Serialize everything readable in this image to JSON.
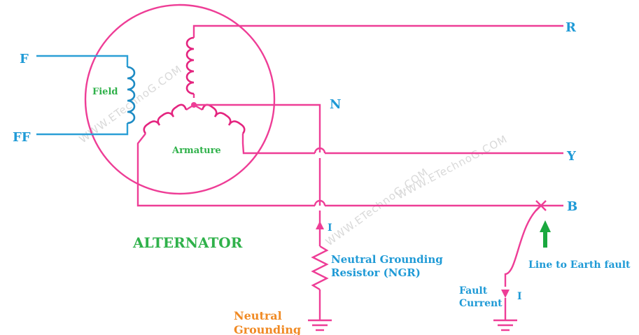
{
  "labels": {
    "F": "F",
    "FF": "FF",
    "R": "R",
    "N": "N",
    "Y": "Y",
    "B": "B",
    "field": "Field",
    "armature": "Armature",
    "alternator": "ALTERNATOR",
    "ngr_line1": "Neutral Grounding",
    "ngr_line2": "Resistor (NGR)",
    "current_top": "I",
    "current_fault": "I",
    "fault_line1": "Fault",
    "fault_line2": "Current",
    "line_to_earth": "Line to Earth fault",
    "neutral_line1": "Neutral",
    "neutral_line2": "Grounding"
  },
  "watermarks": [
    "WWW.ETechnoG.COM",
    "WWW.ETechnoG.COM",
    "WWW.ETechnoG.COM"
  ],
  "colors": {
    "pink": "#ee3d96",
    "blue": "#1f9ad6",
    "green": "#2fb14a",
    "orange": "#f08a24",
    "arrow_green": "#1aa83e"
  }
}
